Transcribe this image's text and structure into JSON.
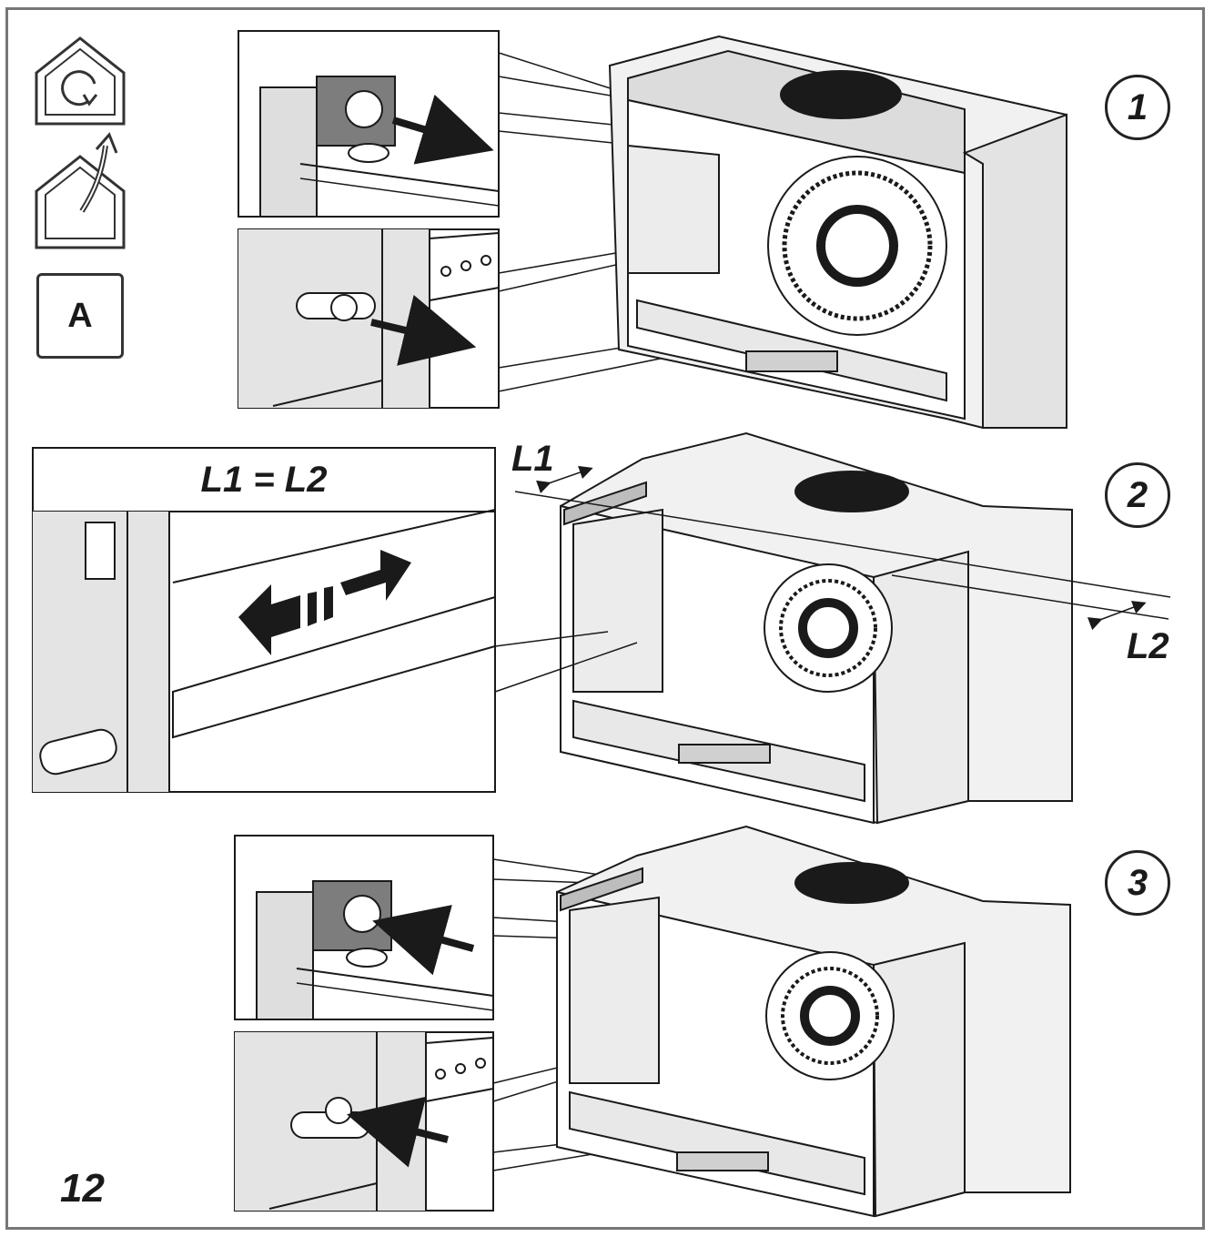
{
  "icons": {
    "top": "house-recirculation-icon",
    "middle": "house-extraction-icon",
    "mode_letter": "A"
  },
  "steps": [
    "1",
    "2",
    "3"
  ],
  "measure": {
    "equation": "L1 = L2",
    "left_label": "L1",
    "right_label": "L2"
  },
  "page_number": "12",
  "colors": {
    "line": "#1a1a1a",
    "panel": "#e6e6e6",
    "bracket": "#7a7a7a",
    "border": "#777777"
  }
}
